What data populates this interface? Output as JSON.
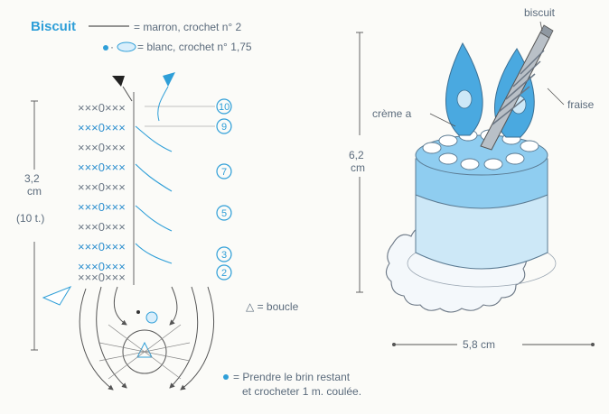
{
  "legend": {
    "title": "Biscuit",
    "line1": "= marron, crochet n° 2",
    "line2": "= blanc, crochet n° 1,75"
  },
  "diagram": {
    "height_label_value": "3,2",
    "height_label_unit": "cm",
    "rounds_label": "(10 t.)",
    "stitch_row": "×××0×××",
    "round_numbers": [
      "10",
      "9",
      "7",
      "5",
      "3",
      "2"
    ],
    "loop_note": "△ = boucle",
    "note_line1": "= Prendre le brin restant",
    "note_line2": "et crocheter 1 m. coulée."
  },
  "cake": {
    "height_value": "6,2",
    "height_unit": "cm",
    "label_biscuit": "biscuit",
    "label_creme": "crème a",
    "label_fraise": "fraise",
    "width_label": "5,8 cm"
  },
  "colors": {
    "accent": "#2f9fd8",
    "cake_light": "#cde8f7",
    "cake_mid": "#8fcdf0",
    "cake_dark": "#4aa9e0"
  }
}
